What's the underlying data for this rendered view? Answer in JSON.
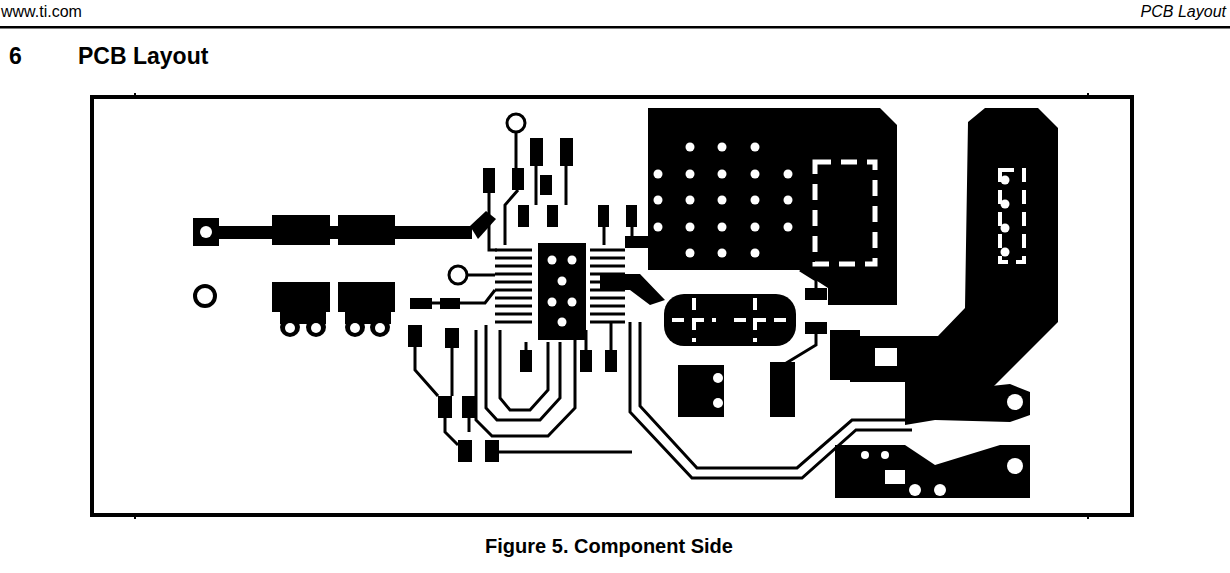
{
  "diagram": {
    "title": "PCB Layout",
    "caption": "Figure 5. Component Side",
    "labels": [
      "www.ti.com",
      "PCB Layout",
      "6"
    ]
  }
}
